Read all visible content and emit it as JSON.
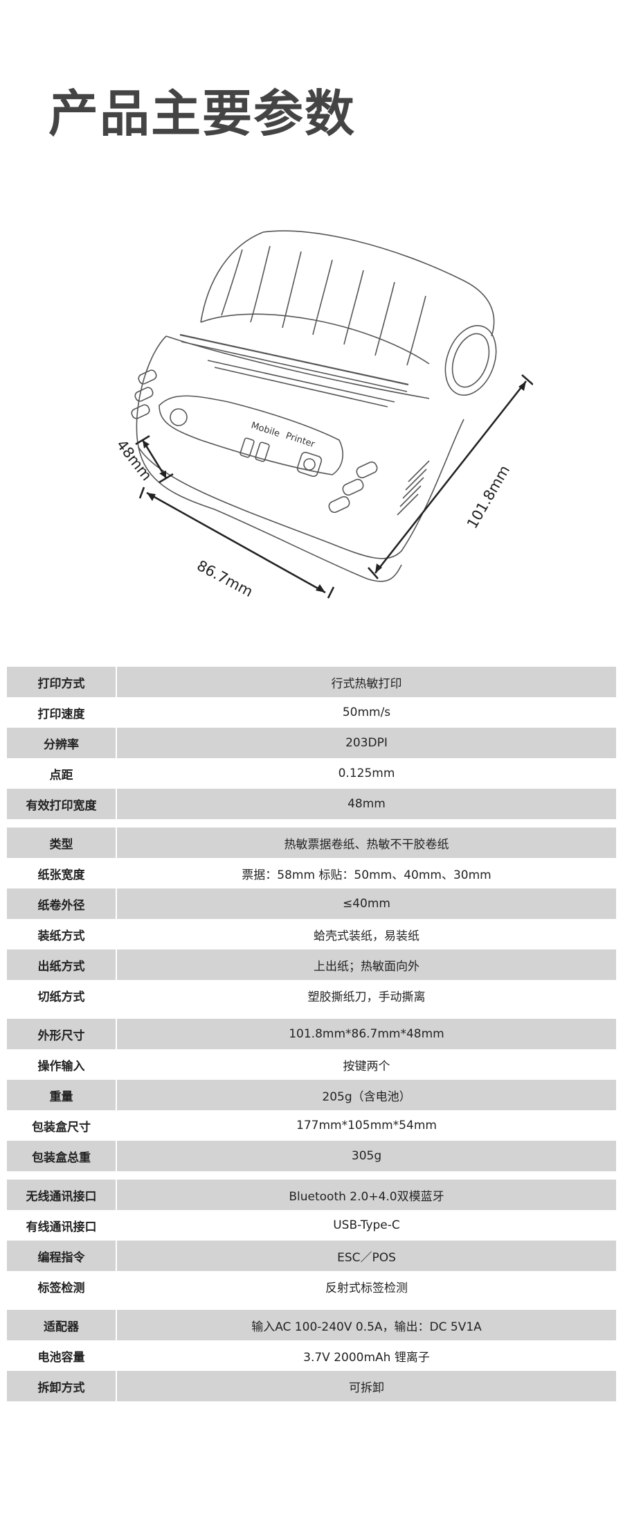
{
  "title": "产品主要参数",
  "dimensions": {
    "depth": "48mm",
    "width": "86.7mm",
    "height": "101.8mm"
  },
  "printer_labels": {
    "line1": "Mobile",
    "line2": "Printer"
  },
  "spec_groups": [
    [
      {
        "label": "打印方式",
        "value": "行式热敏打印"
      },
      {
        "label": "打印速度",
        "value": "50mm/s"
      },
      {
        "label": "分辨率",
        "value": "203DPI"
      },
      {
        "label": "点距",
        "value": "0.125mm"
      },
      {
        "label": "有效打印宽度",
        "value": "48mm"
      }
    ],
    [
      {
        "label": "类型",
        "value": "热敏票据卷纸、热敏不干胶卷纸"
      },
      {
        "label": "纸张宽度",
        "value": "票据：58mm   标贴：50mm、40mm、30mm"
      },
      {
        "label": "纸卷外径",
        "value": "≤40mm"
      },
      {
        "label": "装纸方式",
        "value": "蛤壳式装纸，易装纸"
      },
      {
        "label": "出纸方式",
        "value": "上出纸；热敏面向外"
      },
      {
        "label": "切纸方式",
        "value": "塑胶撕纸刀，手动撕离"
      }
    ],
    [
      {
        "label": "外形尺寸",
        "value": "101.8mm*86.7mm*48mm"
      },
      {
        "label": "操作输入",
        "value": "按键两个"
      },
      {
        "label": "重量",
        "value": "205g（含电池）"
      },
      {
        "label": "包装盒尺寸",
        "value": "177mm*105mm*54mm"
      },
      {
        "label": "包装盒总重",
        "value": "305g"
      }
    ],
    [
      {
        "label": "无线通讯接口",
        "value": "Bluetooth 2.0+4.0双模蓝牙"
      },
      {
        "label": "有线通讯接口",
        "value": "USB-Type-C"
      },
      {
        "label": "编程指令",
        "value": "ESC／POS"
      },
      {
        "label": "标签检测",
        "value": "反射式标签检测"
      }
    ],
    [
      {
        "label": "适配器",
        "value": "输入AC 100-240V 0.5A，输出：DC 5V1A"
      },
      {
        "label": "电池容量",
        "value": "3.7V 2000mAh 锂离子"
      },
      {
        "label": "拆卸方式",
        "value": "可拆卸"
      }
    ]
  ]
}
